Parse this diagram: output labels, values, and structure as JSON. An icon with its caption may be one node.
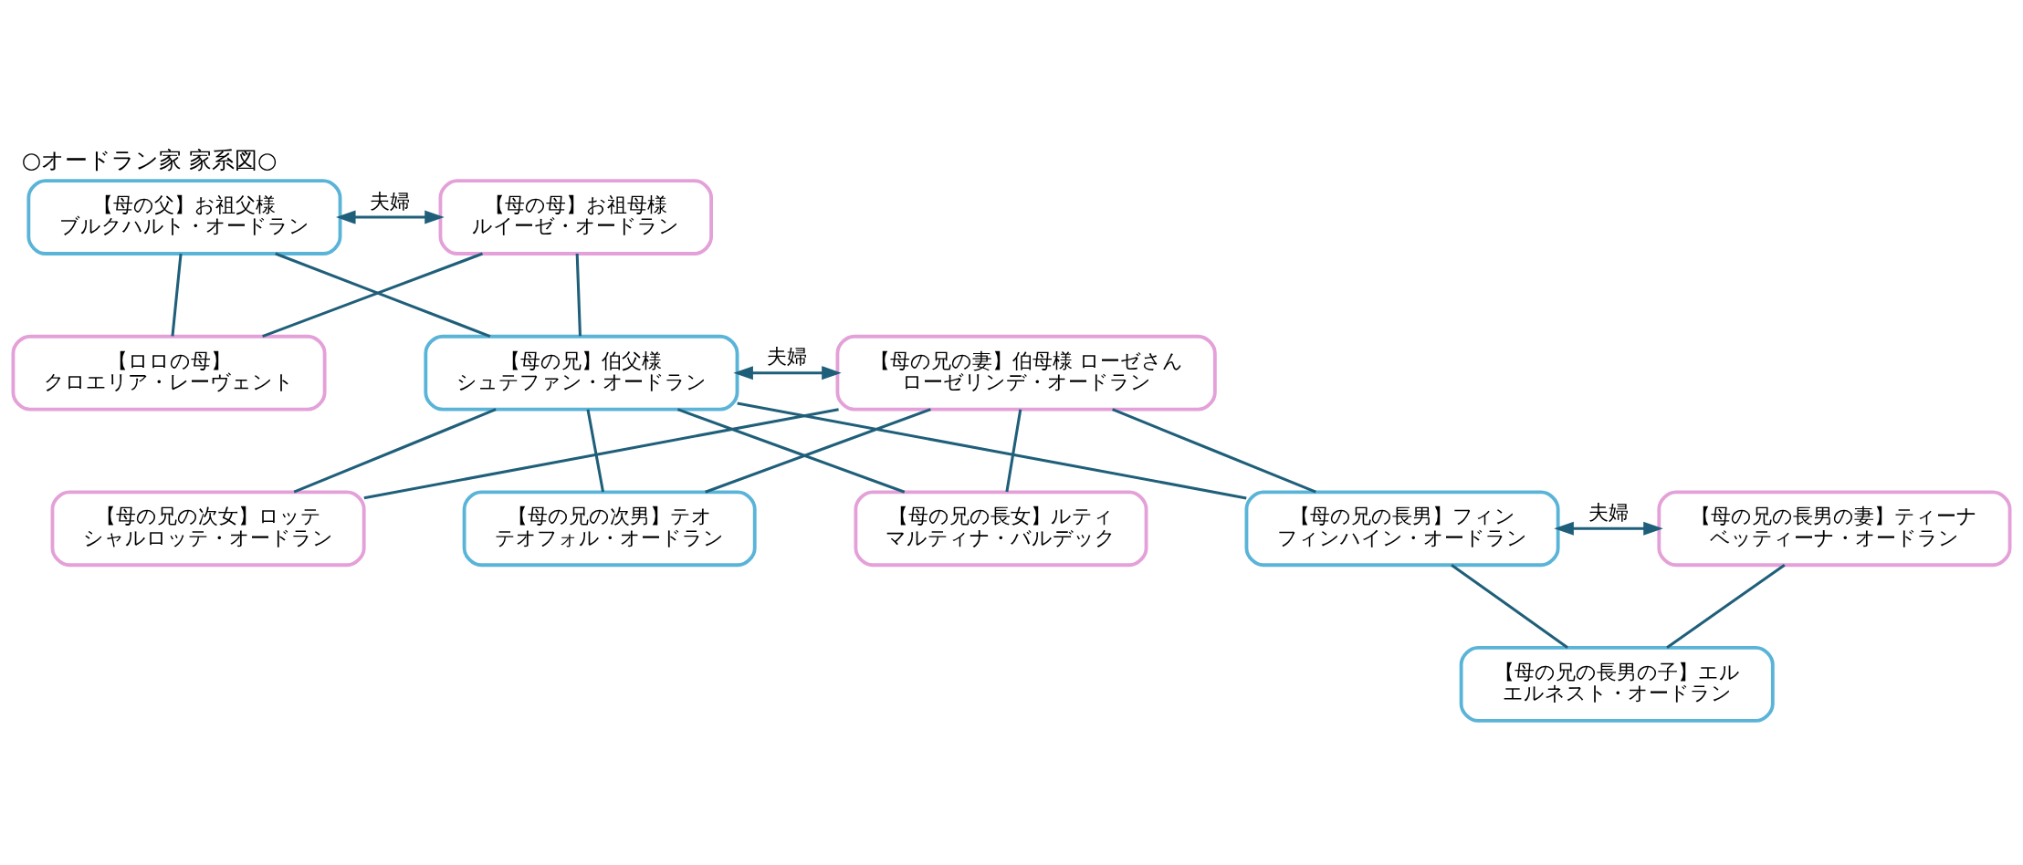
{
  "diagram": {
    "title": "○オードラン家 家系図○",
    "nodes": [
      {
        "text": [
          "【母の父】お祖父様",
          "ブルクハルト・オードラン"
        ]
      },
      {
        "text": [
          "【母の母】お祖母様",
          "ルイーゼ・オードラン"
        ]
      },
      {
        "text": [
          "【ロロの母】",
          "クロエリア・レーヴェント"
        ]
      },
      {
        "text": [
          "【母の兄】伯父様",
          "シュテファン・オードラン"
        ]
      },
      {
        "text": [
          "【母の兄の妻】伯母様 ローゼさん",
          "ローゼリンデ・オードラン"
        ]
      },
      {
        "text": [
          "【母の兄の次女】ロッテ",
          "シャルロッテ・オードラン"
        ]
      },
      {
        "text": [
          "【母の兄の次男】テオ",
          "テオフォル・オードラン"
        ]
      },
      {
        "text": [
          "【母の兄の長女】ルティ",
          "マルティナ・バルデック"
        ]
      },
      {
        "text": [
          "【母の兄の長男】フィン",
          "フィンハイン・オードラン"
        ]
      },
      {
        "text": [
          "【母の兄の長男の妻】ティーナ",
          "ベッティーナ・オードラン"
        ]
      },
      {
        "text": [
          "【母の兄の長男の子】エル",
          "エルネスト・オードラン"
        ]
      }
    ],
    "edges": [
      {
        "from": 0,
        "to": 1,
        "arrow": "both",
        "label": "夫婦"
      },
      {
        "from": 0,
        "to": 2,
        "arrow": "none"
      },
      {
        "from": 1,
        "to": 2,
        "arrow": "none"
      },
      {
        "from": 0,
        "to": 3,
        "arrow": "none"
      },
      {
        "from": 1,
        "to": 3,
        "arrow": "none"
      },
      {
        "from": 3,
        "to": 4,
        "arrow": "both",
        "label": "夫婦"
      },
      {
        "from": 3,
        "to": 5,
        "arrow": "none"
      },
      {
        "from": 4,
        "to": 5,
        "arrow": "none"
      },
      {
        "from": 3,
        "to": 6,
        "arrow": "none"
      },
      {
        "from": 4,
        "to": 6,
        "arrow": "none"
      },
      {
        "from": 3,
        "to": 7,
        "arrow": "none"
      },
      {
        "from": 4,
        "to": 7,
        "arrow": "none"
      },
      {
        "from": 3,
        "to": 8,
        "arrow": "none"
      },
      {
        "from": 4,
        "to": 8,
        "arrow": "none"
      },
      {
        "from": 8,
        "to": 9,
        "arrow": "both",
        "label": "夫婦"
      },
      {
        "from": 8,
        "to": 10,
        "arrow": "none"
      },
      {
        "from": 9,
        "to": 10,
        "arrow": "none"
      }
    ]
  }
}
